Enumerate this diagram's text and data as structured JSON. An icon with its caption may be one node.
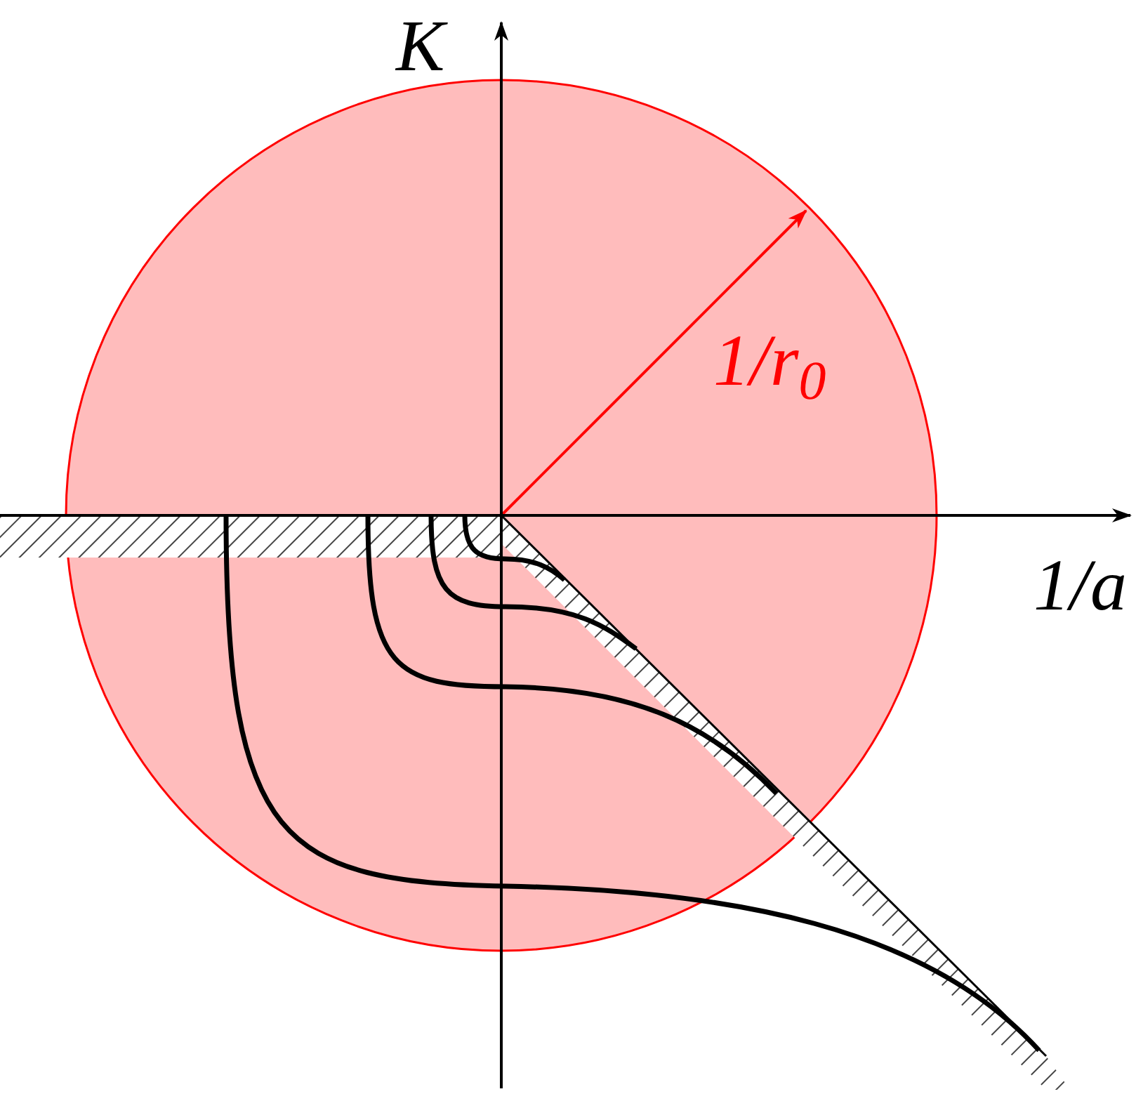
{
  "diagram": {
    "labels": [
      "K",
      "1/r$_{0}$",
      "1/a"
    ]
  }
}
